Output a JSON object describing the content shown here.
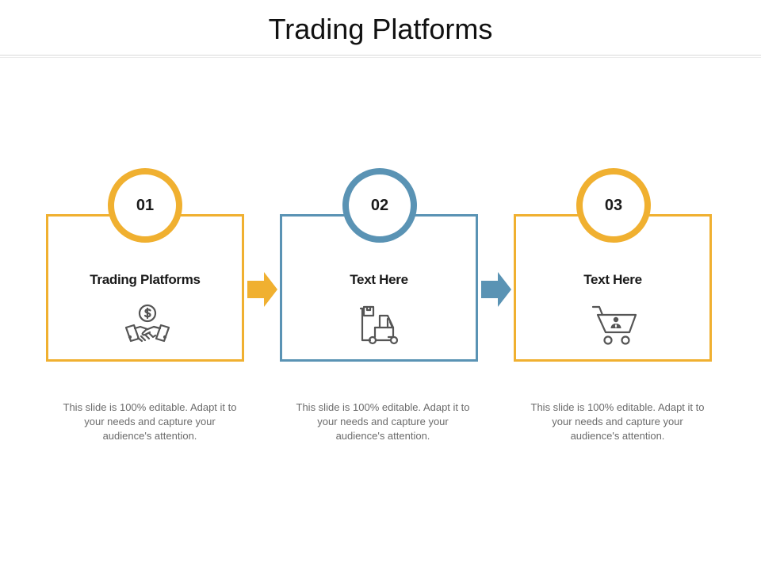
{
  "slide": {
    "title": "Trading Platforms"
  },
  "colors": {
    "accent_yellow": "#f0b030",
    "accent_blue": "#5a93b4",
    "icon_gray": "#555555"
  },
  "steps": [
    {
      "number": "01",
      "title": "Trading Platforms",
      "icon": "handshake-dollar-icon",
      "color": "yellow",
      "description": "This slide is 100% editable. Adapt it to your needs and capture your audience's attention."
    },
    {
      "number": "02",
      "title": "Text Here",
      "icon": "forklift-icon",
      "color": "blue",
      "description": "This slide is 100% editable. Adapt it to your needs and capture your audience's attention."
    },
    {
      "number": "03",
      "title": "Text Here",
      "icon": "shopping-cart-user-icon",
      "color": "yellow",
      "description": "This slide is 100% editable. Adapt it to your needs and capture your audience's attention."
    }
  ],
  "connectors": [
    {
      "icon": "arrow-right-icon",
      "color": "yellow"
    },
    {
      "icon": "arrow-right-icon",
      "color": "blue"
    }
  ]
}
